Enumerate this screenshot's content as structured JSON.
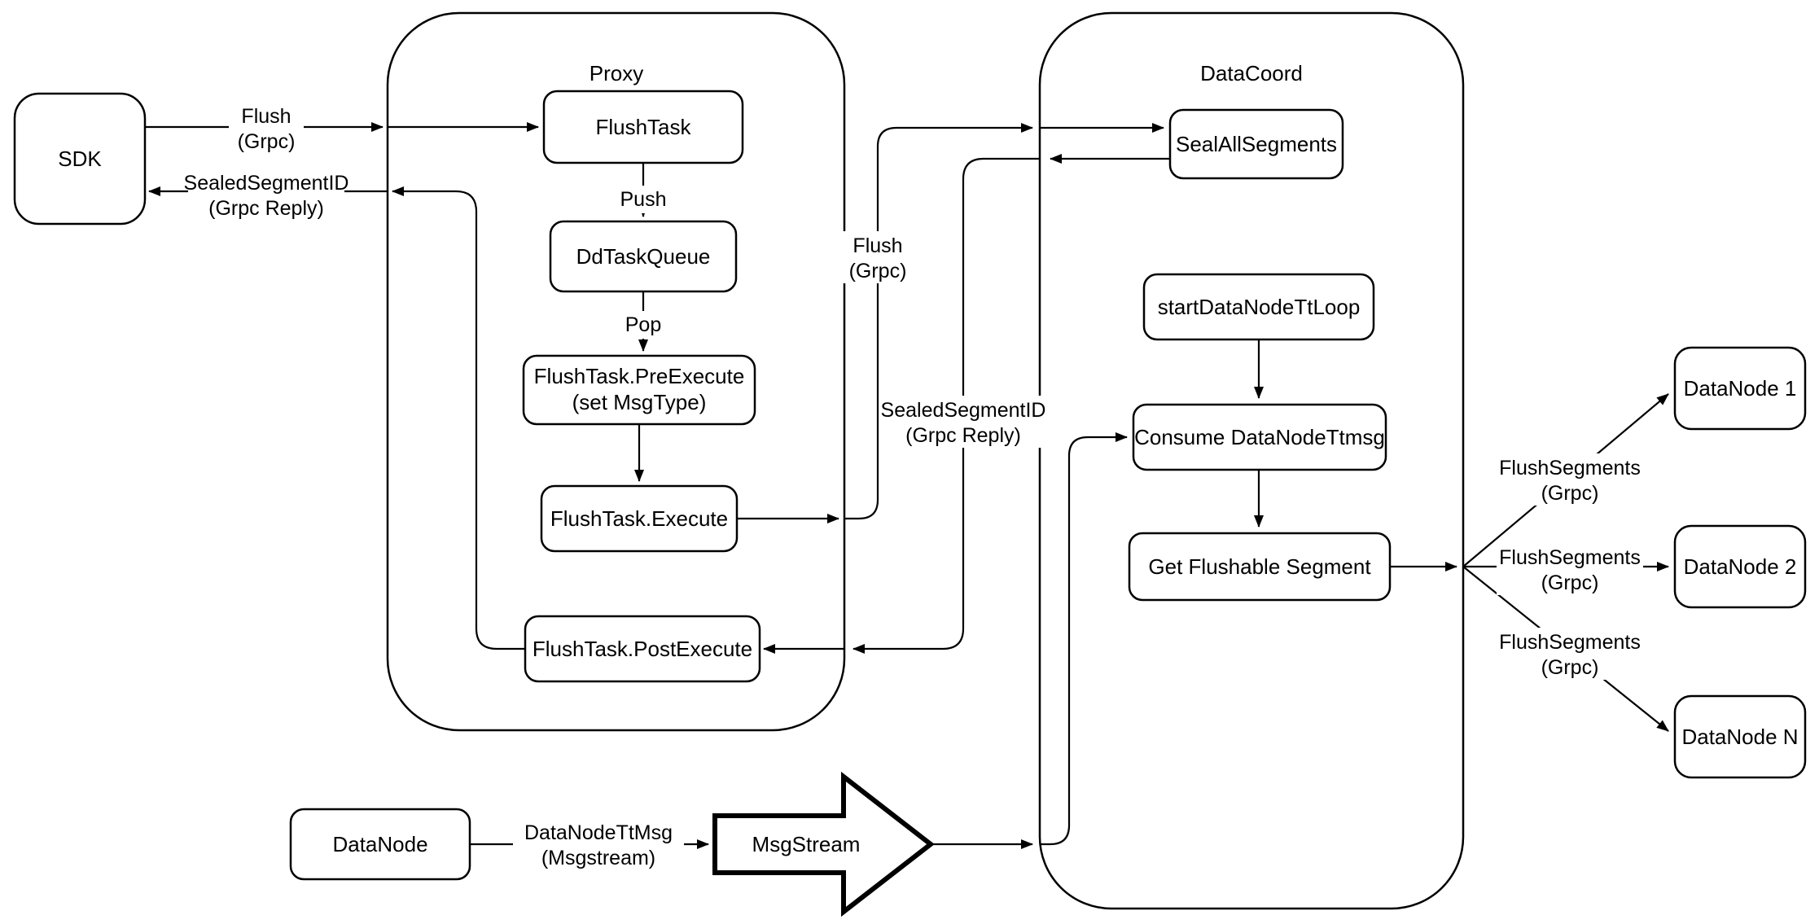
{
  "diagram": {
    "title": "Flush process flow diagram",
    "colors": {
      "background": "#ffffff",
      "stroke": "#000000",
      "node_fill": "#ffffff"
    },
    "containers": {
      "proxy": "Proxy",
      "datacoord": "DataCoord"
    },
    "nodes": {
      "sdk": "SDK",
      "flush_task": "FlushTask",
      "dd_task_queue": "DdTaskQueue",
      "pre_execute_line1": "FlushTask.PreExecute",
      "pre_execute_line2": "(set MsgType)",
      "execute": "FlushTask.Execute",
      "post_execute": "FlushTask.PostExecute",
      "seal_all_segments": "SealAllSegments",
      "start_datanode_tt_loop": "startDataNodeTtLoop",
      "consume_datanode_ttmsg": "Consume DataNodeTtmsg",
      "get_flushable_segment": "Get Flushable Segment",
      "datanode_1": "DataNode 1",
      "datanode_2": "DataNode 2",
      "datanode_n": "DataNode N",
      "datanode": "DataNode",
      "msgstream": "MsgStream"
    },
    "edge_labels": {
      "flush_sdk": {
        "line1": "Flush",
        "line2": "(Grpc)"
      },
      "sealed_sdk": {
        "line1": "SealedSegmentID",
        "line2": "(Grpc Reply)"
      },
      "push": "Push",
      "pop": "Pop",
      "flush_coord": {
        "line1": "Flush",
        "line2": "(Grpc)"
      },
      "sealed_post": {
        "line1": "SealedSegmentID",
        "line2": "(Grpc Reply)"
      },
      "flush_segments_1": {
        "line1": "FlushSegments",
        "line2": "(Grpc)"
      },
      "flush_segments_2": {
        "line1": "FlushSegments",
        "line2": "(Grpc)"
      },
      "flush_segments_3": {
        "line1": "FlushSegments",
        "line2": "(Grpc)"
      },
      "datanode_ttmsg": {
        "line1": "DataNodeTtMsg",
        "line2": "(Msgstream)"
      }
    }
  }
}
